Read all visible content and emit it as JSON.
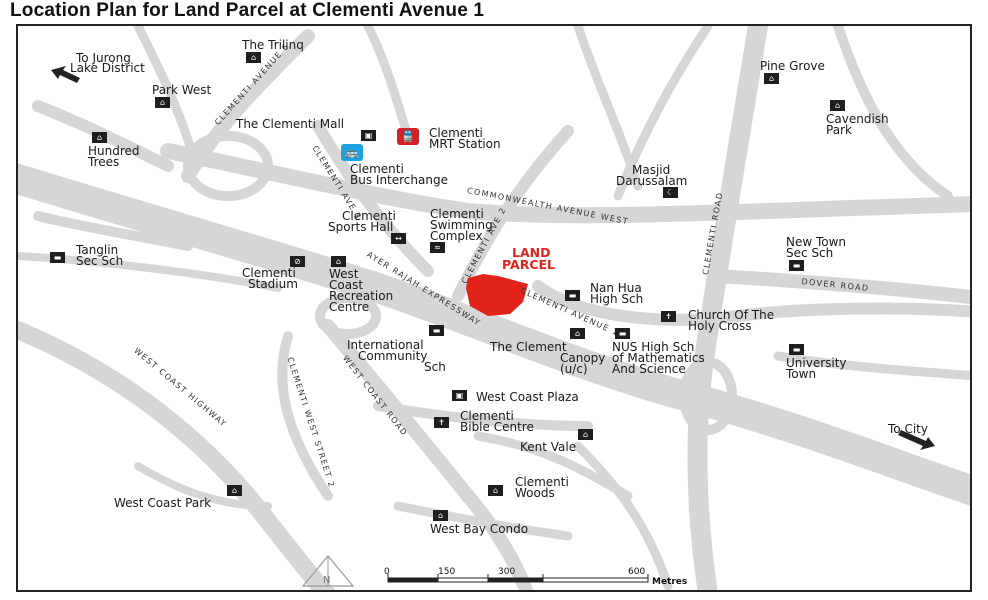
{
  "title": "Location Plan for Land Parcel at Clementi Avenue 1",
  "site_label": [
    "LAND",
    "PARCEL"
  ],
  "colors": {
    "road": "#d6d6d6",
    "site": "#e2231a",
    "icon": "#1e1e1e",
    "mrt": "#d5202a",
    "bus": "#1aa3df"
  },
  "places": {
    "trilinq": "The Trilinq",
    "jurong": [
      "To Jurong",
      "Lake District"
    ],
    "park_west": "Park West",
    "clementi_mall": "The Clementi Mall",
    "mrt": [
      "Clementi",
      "MRT Station"
    ],
    "bus": [
      "Clementi",
      "Bus Interchange"
    ],
    "hundred_trees": [
      "Hundred",
      "Trees"
    ],
    "pine_grove": "Pine Grove",
    "cavendish": [
      "Cavendish",
      "Park"
    ],
    "masjid": [
      "Masjid",
      "Darussalam"
    ],
    "sports_hall": [
      "Clementi",
      "Sports Hall"
    ],
    "swimming": [
      "Clementi",
      "Swimming",
      "Complex"
    ],
    "tanglin": [
      "Tanglin",
      "Sec Sch"
    ],
    "stadium": [
      "Clementi",
      "Stadium"
    ],
    "recreation": [
      "West",
      "Coast",
      "Recreation",
      "Centre"
    ],
    "new_town": [
      "New Town",
      "Sec Sch"
    ],
    "nan_hua": [
      "Nan Hua",
      "High Sch"
    ],
    "church": [
      "Church Of The",
      "Holy Cross"
    ],
    "international": [
      "International",
      "Community",
      "Sch"
    ],
    "canopy": [
      "The Clement",
      "Canopy",
      "(u/c)"
    ],
    "nus_high": [
      "NUS High Sch",
      "of Mathematics",
      "And Science"
    ],
    "university_town": [
      "University",
      "Town"
    ],
    "west_coast_plaza": "West Coast Plaza",
    "bible": [
      "Clementi",
      "Bible Centre"
    ],
    "kent_vale": "Kent Vale",
    "to_city": "To City",
    "clementi_woods": [
      "Clementi",
      "Woods"
    ],
    "west_coast_park": "West Coast Park",
    "west_bay": "West Bay Condo"
  },
  "roads": {
    "clementi_ave_6": "CLEMENTI AVENUE 6",
    "clementi_ave_3": "CLEMENTI AVE 3",
    "commonwealth": "COMMONWEALTH AVENUE WEST",
    "clementi_ave_2": "CLEMENTI AVE 2",
    "clementi_ave_1": "CLEMENTI AVENUE 1",
    "clementi_road": "CLEMENTI ROAD",
    "dover": "DOVER ROAD",
    "aye": "AYER RAJAH EXPRESSWAY",
    "west_coast_highway": "WEST COAST HIGHWAY",
    "clementi_west_st_2": "CLEMENTI WEST STREET 2",
    "west_coast_road": "WEST COAST ROAD"
  },
  "scale": {
    "ticks": [
      "0",
      "150",
      "300",
      "600"
    ],
    "unit": "Metres"
  },
  "north": "N"
}
